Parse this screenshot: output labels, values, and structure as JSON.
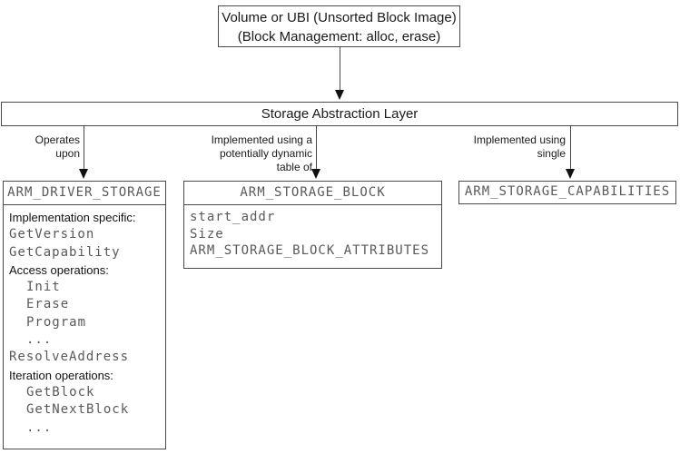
{
  "diagram": {
    "colors": {
      "border": "#4a4a4a",
      "code_text": "#595959",
      "text": "#1a1a1a"
    },
    "top_box": {
      "line1": "Volume or UBI (Unsorted Block Image)",
      "line2": "(Block Management: alloc, erase)"
    },
    "sal_box": {
      "title": "Storage Abstraction Layer"
    },
    "edge_labels": {
      "operates": [
        "Operates",
        "upon"
      ],
      "dynamic_table": [
        "Implemented using a",
        "potentially dynamic",
        "table of"
      ],
      "single": [
        "Implemented using",
        "single"
      ]
    },
    "driver_storage_box": {
      "title": "ARM_DRIVER_STORAGE",
      "lines": [
        "Implementation specific:",
        "GetVersion",
        "GetCapability",
        "Access operations:",
        "Init",
        "Erase",
        "Program",
        "...",
        "ResolveAddress",
        "Iteration operations:",
        "GetBlock",
        "GetNextBlock",
        "..."
      ]
    },
    "storage_block_box": {
      "title": "ARM_STORAGE_BLOCK",
      "lines": [
        "start_addr",
        "Size",
        "ARM_STORAGE_BLOCK_ATTRIBUTES"
      ]
    },
    "storage_capabilities_box": {
      "title": "ARM_STORAGE_CAPABILITIES"
    }
  }
}
